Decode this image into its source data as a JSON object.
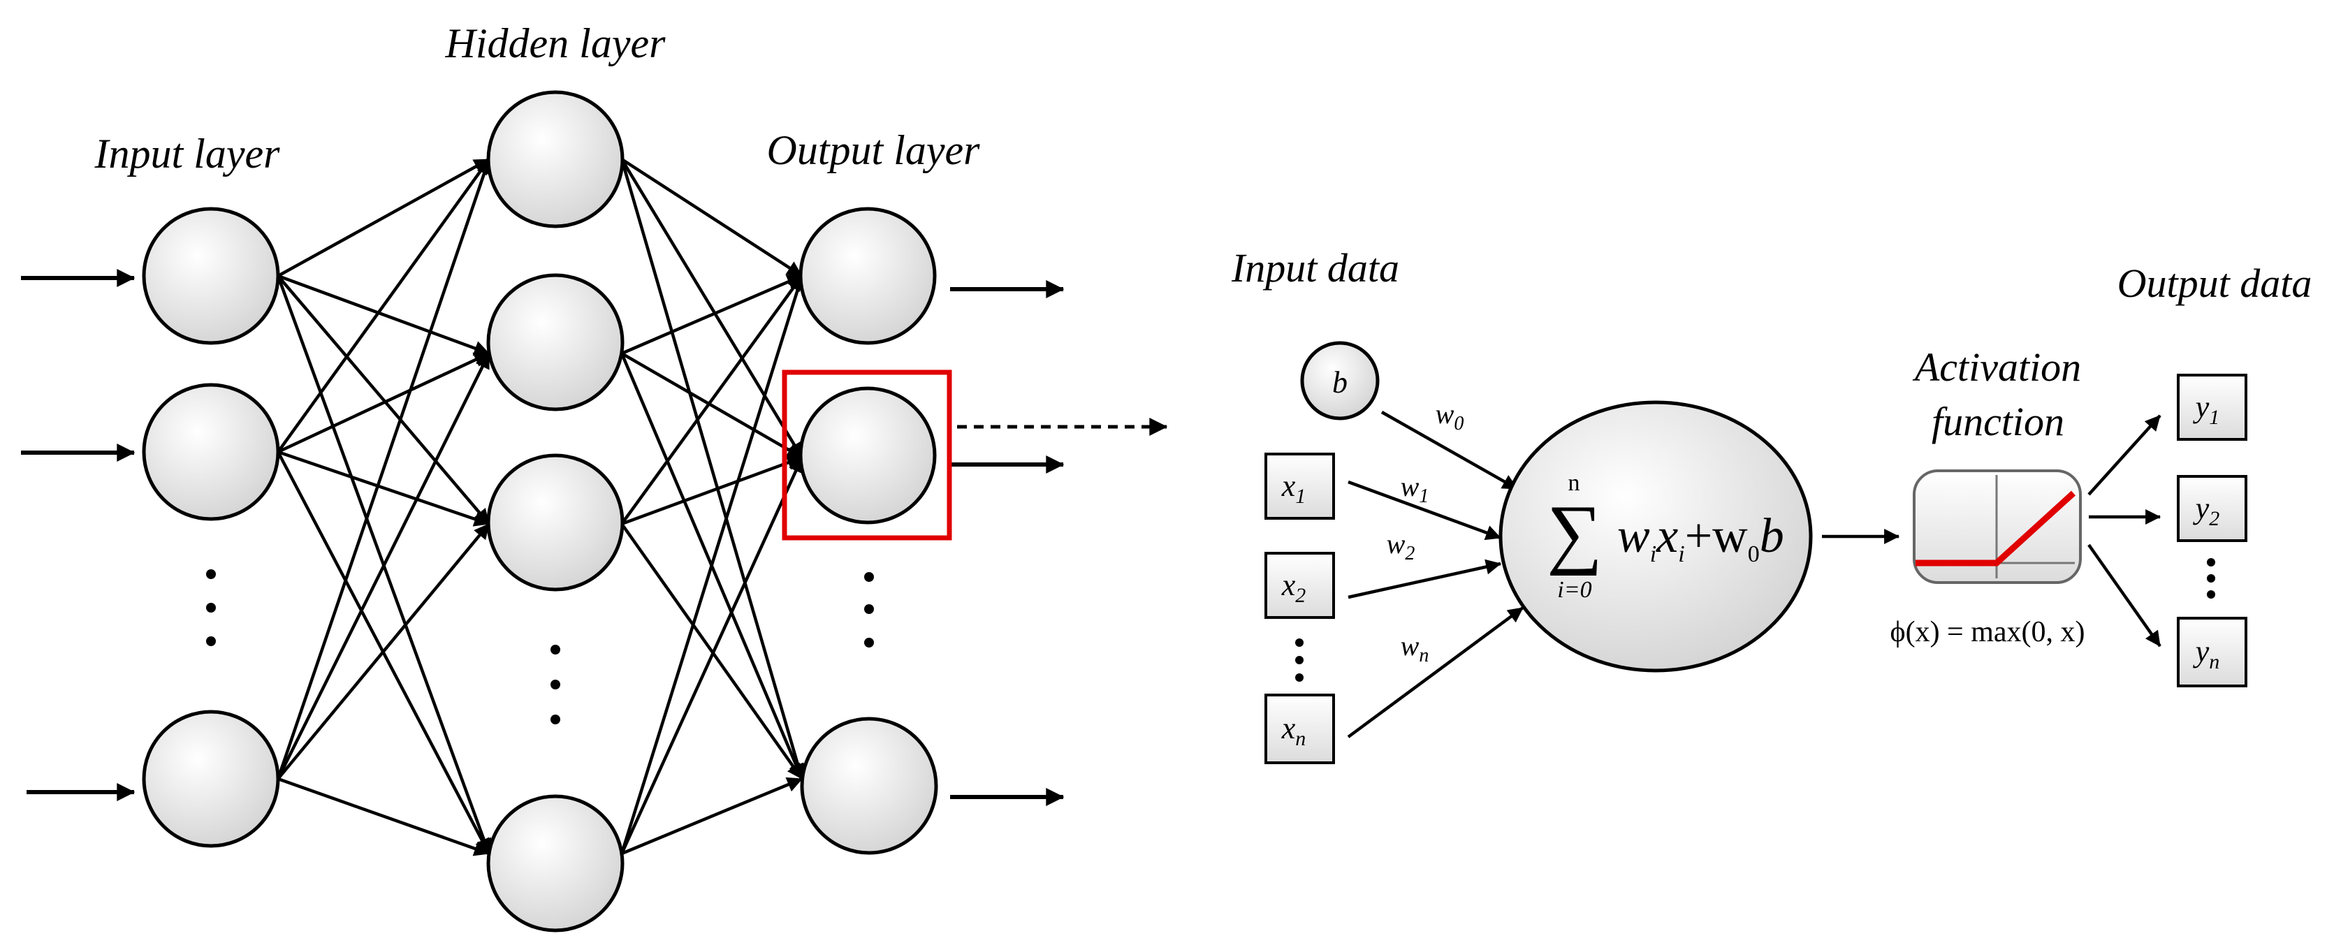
{
  "network": {
    "input_label": "Input layer",
    "hidden_label": "Hidden layer",
    "output_label": "Output layer"
  },
  "neuron": {
    "input_data_label": "Input data",
    "output_data_label": "Output data",
    "activation_label_line1": "Activation",
    "activation_label_line2": "function",
    "bias": "b",
    "inputs": [
      {
        "name": "x",
        "sub": "1"
      },
      {
        "name": "x",
        "sub": "2"
      },
      {
        "name": "x",
        "sub": "n"
      }
    ],
    "weights": [
      {
        "name": "w",
        "sub": "0"
      },
      {
        "name": "w",
        "sub": "1"
      },
      {
        "name": "w",
        "sub": "2"
      },
      {
        "name": "w",
        "sub": "n"
      }
    ],
    "outputs": [
      {
        "name": "y",
        "sub": "1"
      },
      {
        "name": "y",
        "sub": "2"
      },
      {
        "name": "y",
        "sub": "n"
      }
    ],
    "sum_upper": "n",
    "sum_lower": "i=0",
    "sum_symbol": "∑",
    "activation_formula": "ϕ(x) = max(0, x)"
  },
  "colors": {
    "highlight": "#e00000",
    "relu": "#e00000",
    "node_fill_light": "#ffffff",
    "node_fill_dark": "#d4d4d4"
  }
}
